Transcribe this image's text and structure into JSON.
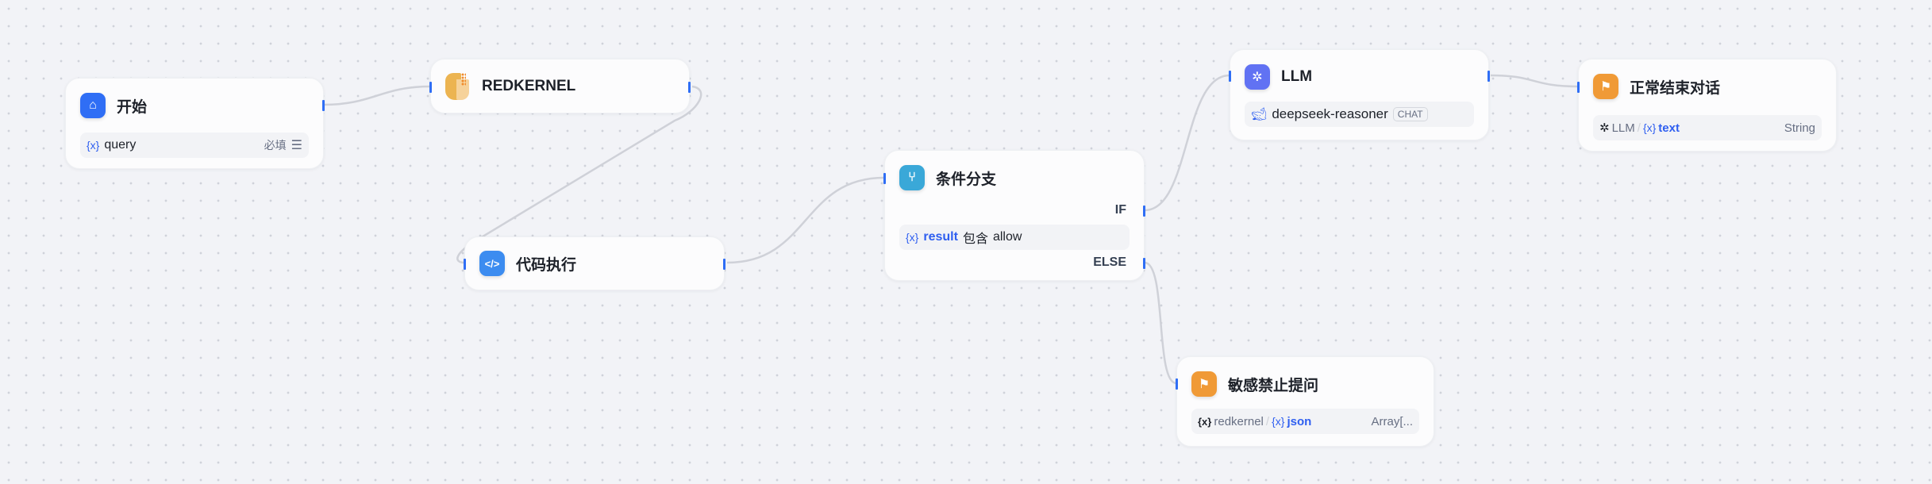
{
  "nodes": {
    "start": {
      "title": "开始",
      "field": "query",
      "required": "必填",
      "icon": "home-icon",
      "color": "#2f6ef5"
    },
    "redkernel": {
      "title": "REDKERNEL",
      "icon": "redkernel-logo"
    },
    "code": {
      "title": "代码执行",
      "icon": "code-icon",
      "color": "#3c8cf0"
    },
    "branch": {
      "title": "条件分支",
      "icon": "branch-icon",
      "color": "#3aa8d8",
      "if": "IF",
      "else": "ELSE",
      "var": "result",
      "op": "包含",
      "value": "allow"
    },
    "llm": {
      "title": "LLM",
      "icon": "llm-icon",
      "color": "#6172f3",
      "model": "deepseek-reasoner",
      "mode": "CHAT"
    },
    "end_ok": {
      "title": "正常结束对话",
      "icon": "end-icon",
      "color": "#f09a36",
      "src": "LLM",
      "var": "text",
      "type": "String"
    },
    "end_block": {
      "title": "敏感禁止提问",
      "icon": "end-icon",
      "color": "#f09a36",
      "src": "redkernel",
      "var": "json",
      "type": "Array[..."
    }
  },
  "var_glyph": "{x}",
  "sep": "/"
}
